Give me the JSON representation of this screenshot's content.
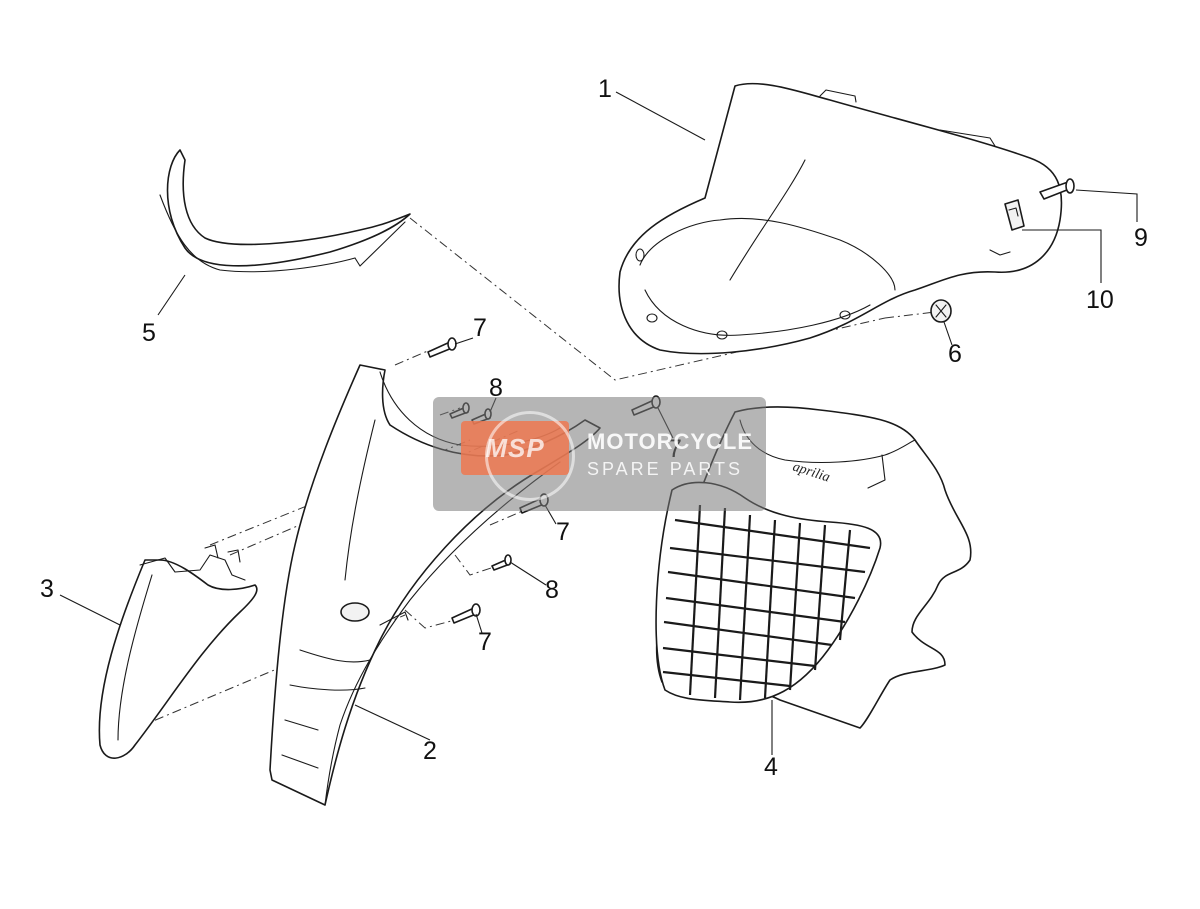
{
  "diagram": {
    "callouts": {
      "c1": "1",
      "c2": "2",
      "c3": "3",
      "c4": "4",
      "c5": "5",
      "c6": "6",
      "c7a": "7",
      "c7b": "7",
      "c7c": "7",
      "c7d": "7",
      "c8a": "8",
      "c8b": "8",
      "c9": "9",
      "c10": "10"
    },
    "brand_mark": "aprilia"
  },
  "watermark": {
    "badge": "MSP",
    "line1": "MOTORCYCLE",
    "line2": "SPARE PARTS"
  }
}
